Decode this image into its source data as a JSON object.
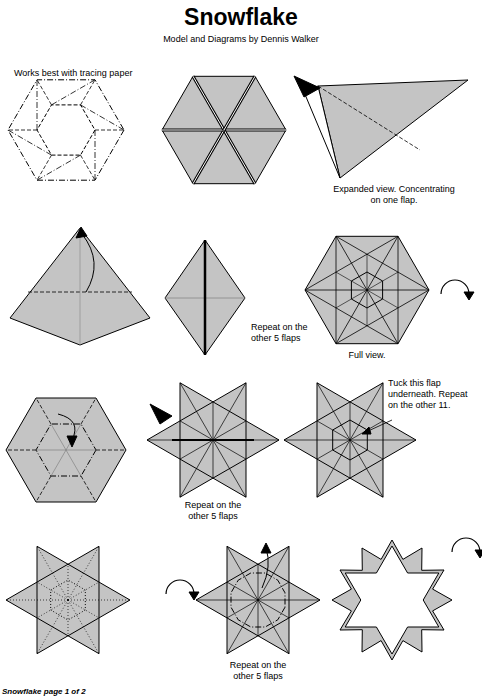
{
  "diagram": {
    "title": "Snowflake",
    "labels": [
      "Model and Diagrams by Dennis Walker",
      "Works best with tracing paper",
      "Expanded view. Concentrating on one flap.",
      "Repeat on the other 5 flaps",
      "Full view.",
      "Repeat on the other 5 flaps",
      "Tuck this flap underneath. Repeat on the other 11.",
      "Repeat on the other 5 flaps",
      "Snowflake page 1 of 2"
    ]
  }
}
